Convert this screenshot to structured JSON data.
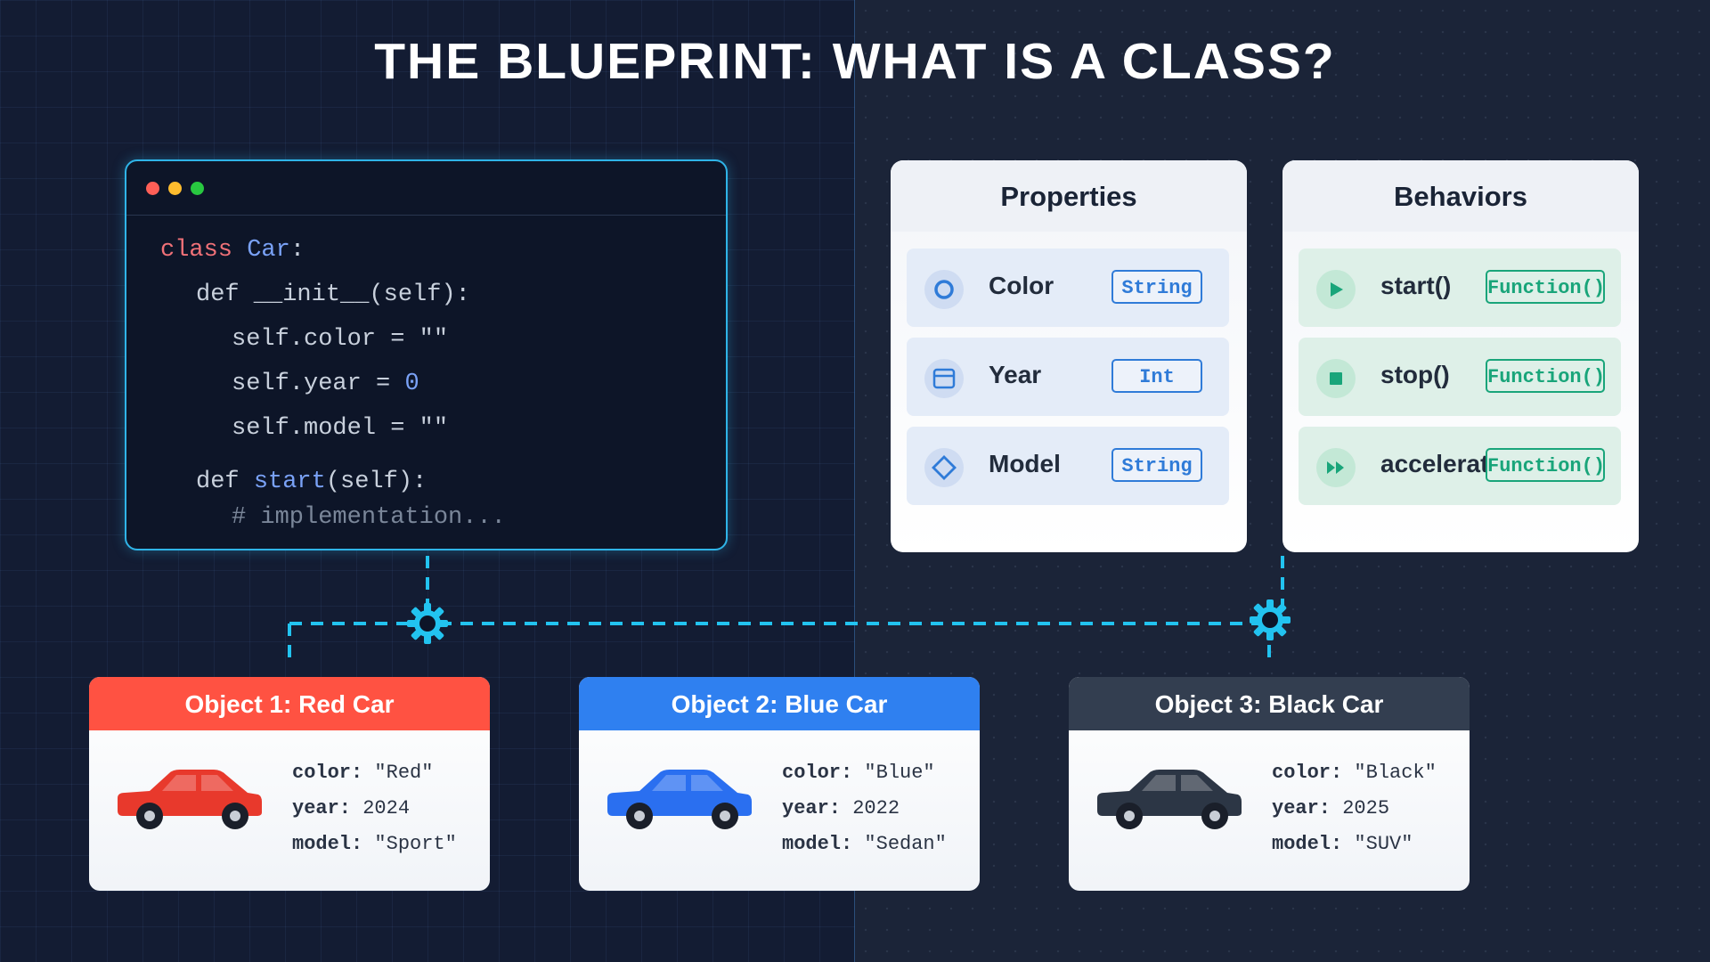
{
  "title": "THE BLUEPRINT: WHAT IS A CLASS?",
  "code": {
    "lines": [
      {
        "kw": "class ",
        "name": "Car",
        "rest": ":"
      },
      {
        "text": "def __init__(self):"
      },
      {
        "text": "self.color = \"\""
      },
      {
        "pre": "self.year = ",
        "num": "0"
      },
      {
        "text": "self.model = \"\""
      },
      {
        "pre": "def ",
        "fn": "start",
        "rest": "(self):"
      },
      {
        "comment": "# implementation..."
      }
    ]
  },
  "properties": {
    "title": "Properties",
    "items": [
      {
        "label": "Color",
        "type": "String",
        "icon": "circle-icon"
      },
      {
        "label": "Year",
        "type": "Int",
        "icon": "calendar-icon"
      },
      {
        "label": "Model",
        "type": "String",
        "icon": "diamond-icon"
      }
    ]
  },
  "behaviors": {
    "title": "Behaviors",
    "items": [
      {
        "label": "start()",
        "type": "Function()",
        "icon": "play-icon"
      },
      {
        "label": "stop()",
        "type": "Function()",
        "icon": "stop-icon"
      },
      {
        "label": "accelerate()",
        "type": "Function()",
        "icon": "fast-forward-icon"
      }
    ]
  },
  "objects": [
    {
      "title": "Object 1: Red Car",
      "header_color": "#ff5242",
      "car_color": "#e8392c",
      "color_key": "color:",
      "color_val": "\"Red\"",
      "year_key": "year:",
      "year_val": "2024",
      "model_key": "model:",
      "model_val": "\"Sport\""
    },
    {
      "title": "Object 2: Blue Car",
      "header_color": "#2f80f0",
      "car_color": "#2a6ff0",
      "color_key": "color:",
      "color_val": "\"Blue\"",
      "year_key": "year:",
      "year_val": "2022",
      "model_key": "model:",
      "model_val": "\"Sedan\""
    },
    {
      "title": "Object 3: Black Car",
      "header_color": "#333e50",
      "car_color": "#2c3645",
      "color_key": "color:",
      "color_val": "\"Black\"",
      "year_key": "year:",
      "year_val": "2025",
      "model_key": "model:",
      "model_val": "\"SUV\""
    }
  ]
}
